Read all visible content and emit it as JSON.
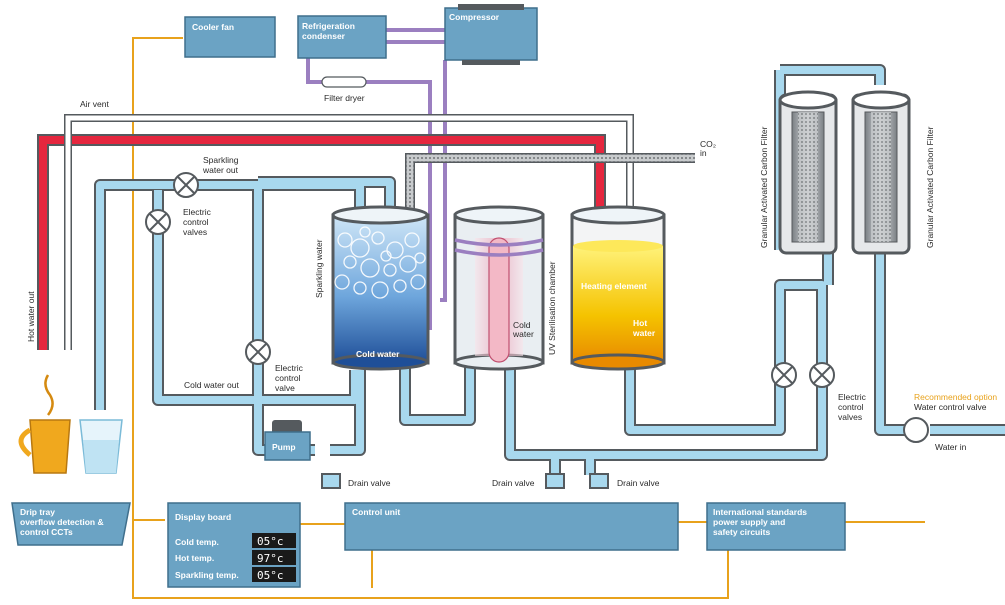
{
  "labels": {
    "cooler_fan": "Cooler fan",
    "refrigeration_condenser_1": "Refrigeration",
    "refrigeration_condenser_2": "condenser",
    "compressor": "Compressor",
    "filter_dryer": "Filter dryer",
    "air_vent": "Air vent",
    "co2_in_1": "CO₂",
    "co2_in_2": "in",
    "sparkling_water_out_1": "Sparkling",
    "sparkling_water_out_2": "water out",
    "electric_control_valves_top_1": "Electric",
    "electric_control_valves_top_2": "control",
    "electric_control_valves_top_3": "valves",
    "hot_water_out": "Hot water out",
    "sparkling_water": "Sparkling water",
    "cold_water_tank": "Cold water",
    "cold_water_uv_1": "Cold",
    "cold_water_uv_2": "water",
    "uv_chamber": "UV Sterilisation chamber",
    "heating_element": "Heating element",
    "hot_water_1": "Hot",
    "hot_water_2": "water",
    "gac_filter": "Granular Activated Carbon Filter",
    "cold_water_out": "Cold water out",
    "electric_control_valve_1": "Electric",
    "electric_control_valve_2": "control",
    "electric_control_valve_3": "valve",
    "electric_control_valves_right_1": "Electric",
    "electric_control_valves_right_2": "control",
    "electric_control_valves_right_3": "valves",
    "recommended_option": "Recommended option",
    "water_control_valve": "Water control valve",
    "water_in": "Water in",
    "pump": "Pump",
    "drain_valve": "Drain valve",
    "drip_tray_1": "Drip tray",
    "drip_tray_2": "overflow detection &",
    "drip_tray_3": "control CCTs",
    "display_board": "Display board",
    "cold_temp_label": "Cold temp.",
    "hot_temp_label": "Hot temp.",
    "sparkling_temp_label": "Sparkling temp.",
    "control_unit": "Control unit",
    "intl_standards_1": "International standards",
    "intl_standards_2": "power supply and",
    "intl_standards_3": "safety circuits"
  },
  "display": {
    "cold_temp": "05°c",
    "hot_temp": "97°c",
    "sparkling_temp": "05°c"
  },
  "colors": {
    "box_fill": "#6ba3c4",
    "box_stroke": "#3f6f8c",
    "pipe_water": "#a8d8ee",
    "pipe_outline": "#555a5e",
    "pipe_hot": "#e5263e",
    "refrigerant": "#9b7fc0",
    "wire": "#e8a21c",
    "hot_liquid": "#f5c300",
    "cold_liquid": "#2f6fb8",
    "uv_glow": "#e8849a"
  }
}
